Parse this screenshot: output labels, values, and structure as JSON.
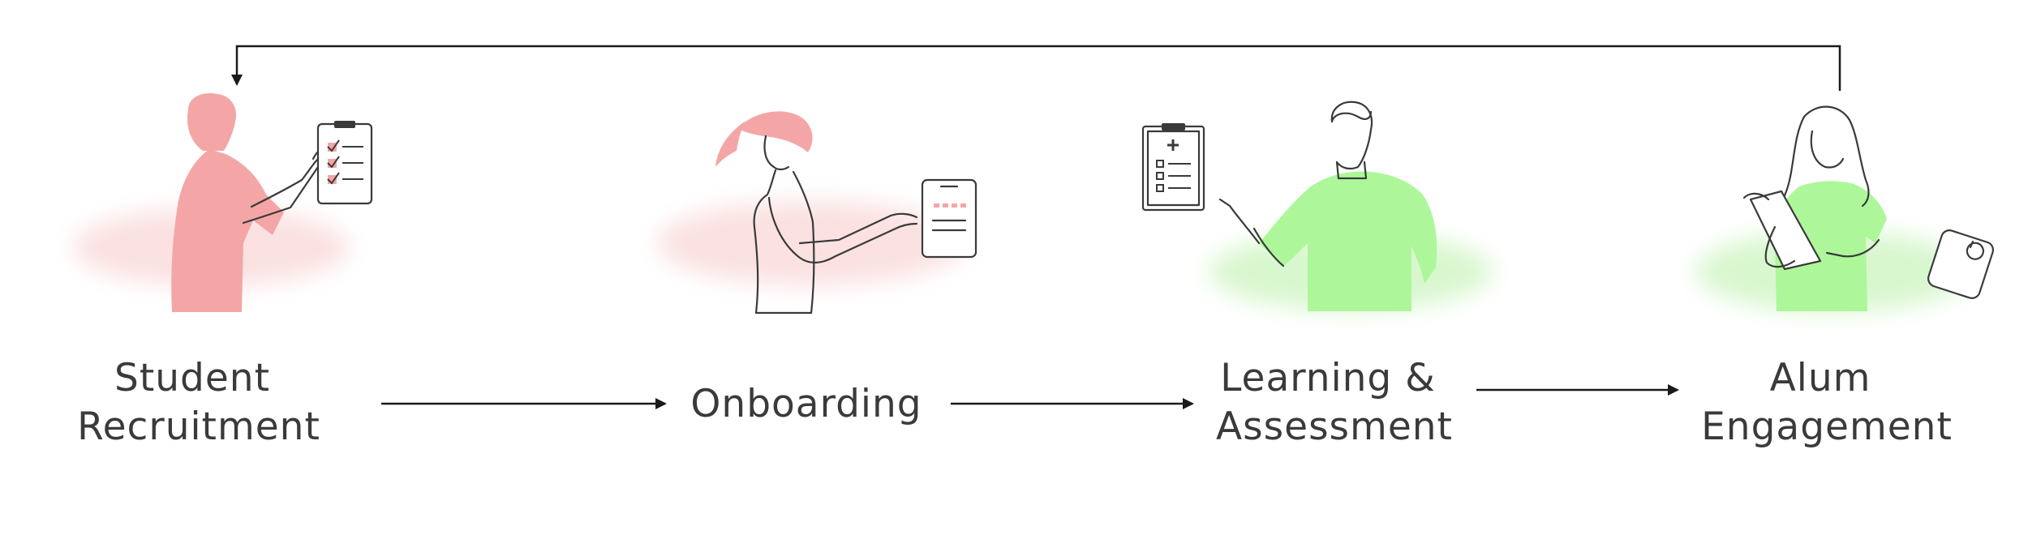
{
  "stages": [
    {
      "line1": "Student",
      "line2": "Recruitment",
      "accent": "#f4a6a6"
    },
    {
      "line1": "Onboarding",
      "line2": "",
      "accent": "#f9d3d3"
    },
    {
      "line1": "Learning &",
      "line2": "Assessment",
      "accent": "#adf79a"
    },
    {
      "line1": "Alum",
      "line2": "Engagement",
      "accent": "#adf79a"
    }
  ],
  "colors": {
    "pink": "#f4a6a6",
    "pink_light": "#fbe1e1",
    "green": "#adf79a",
    "green_light": "#d8f7cf",
    "line": "#1a1a1a",
    "text": "#3a3a3a"
  },
  "icons": [
    "clipboard-checklist-icon",
    "phone-pin-icon",
    "medical-clipboard-icon",
    "weight-scale-icon"
  ]
}
